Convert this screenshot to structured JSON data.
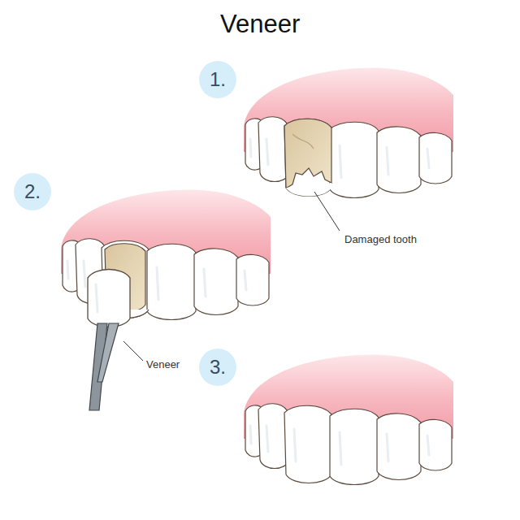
{
  "diagram": {
    "title": "Veneer",
    "nodes": [
      {
        "text": [
          "1."
        ]
      },
      {
        "text": [
          "2."
        ]
      },
      {
        "text": [
          "3."
        ]
      }
    ],
    "labels": [
      "Damaged tooth",
      "Veneer"
    ]
  }
}
